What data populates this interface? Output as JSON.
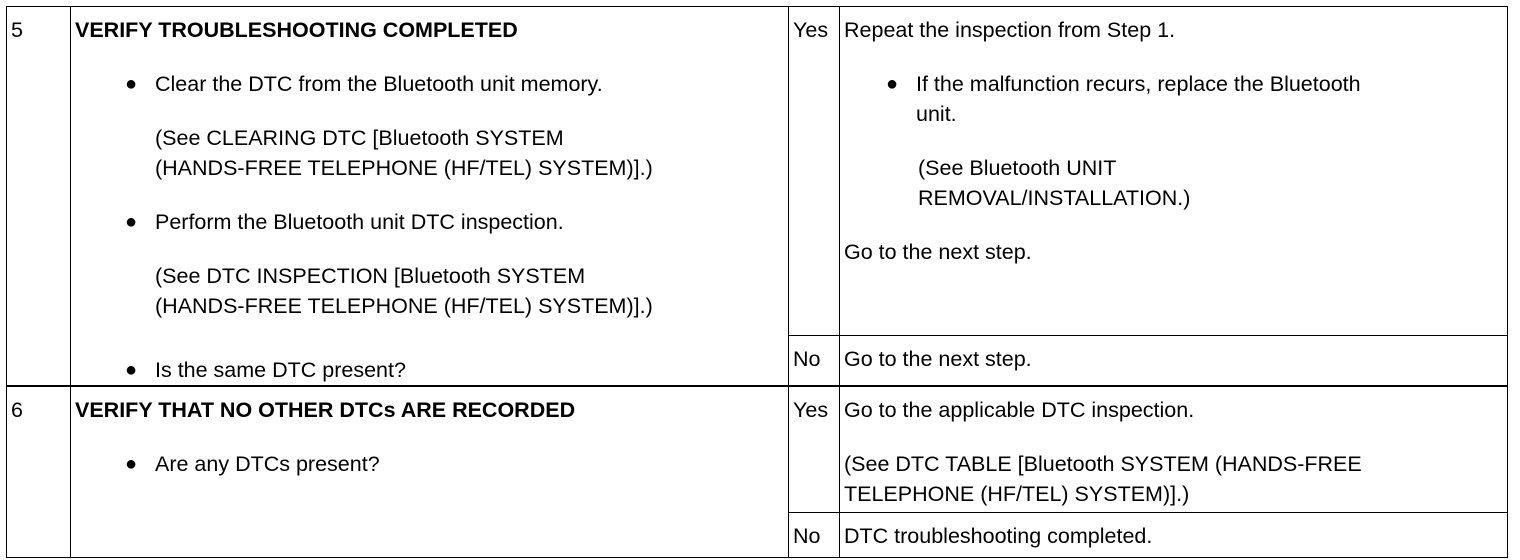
{
  "rows": [
    {
      "step": "5",
      "title": "VERIFY TROUBLESHOOTING COMPLETED",
      "items": [
        {
          "text": "Clear the DTC from the Bluetooth unit memory.",
          "ref_line1": "(See CLEARING DTC [Bluetooth SYSTEM",
          "ref_line2": "(HANDS-FREE TELEPHONE (HF/TEL) SYSTEM)].)"
        },
        {
          "text": "Perform the Bluetooth unit DTC inspection.",
          "ref_line1": "(See DTC INSPECTION [Bluetooth SYSTEM",
          "ref_line2": "(HANDS-FREE TELEPHONE (HF/TEL) SYSTEM)].)"
        },
        {
          "text": "Is the same DTC present?"
        }
      ],
      "yes": {
        "label": "Yes",
        "line1": "Repeat the inspection from Step 1.",
        "bullet_line1": "If the malfunction recurs, replace the Bluetooth",
        "bullet_line2": "unit.",
        "ref_line1": "(See Bluetooth UNIT",
        "ref_line2": "REMOVAL/INSTALLATION.)",
        "line2": "Go to the next step."
      },
      "no": {
        "label": "No",
        "line1": "Go to the next step."
      }
    },
    {
      "step": "6",
      "title": "VERIFY THAT NO OTHER DTCs ARE RECORDED",
      "items": [
        {
          "text": "Are any DTCs present?"
        }
      ],
      "yes": {
        "label": "Yes",
        "line1": "Go to the applicable DTC inspection.",
        "ref_line1": "(See DTC TABLE [Bluetooth SYSTEM (HANDS-FREE",
        "ref_line2": "TELEPHONE (HF/TEL) SYSTEM)].)"
      },
      "no": {
        "label": "No",
        "line1": "DTC troubleshooting completed."
      }
    }
  ]
}
